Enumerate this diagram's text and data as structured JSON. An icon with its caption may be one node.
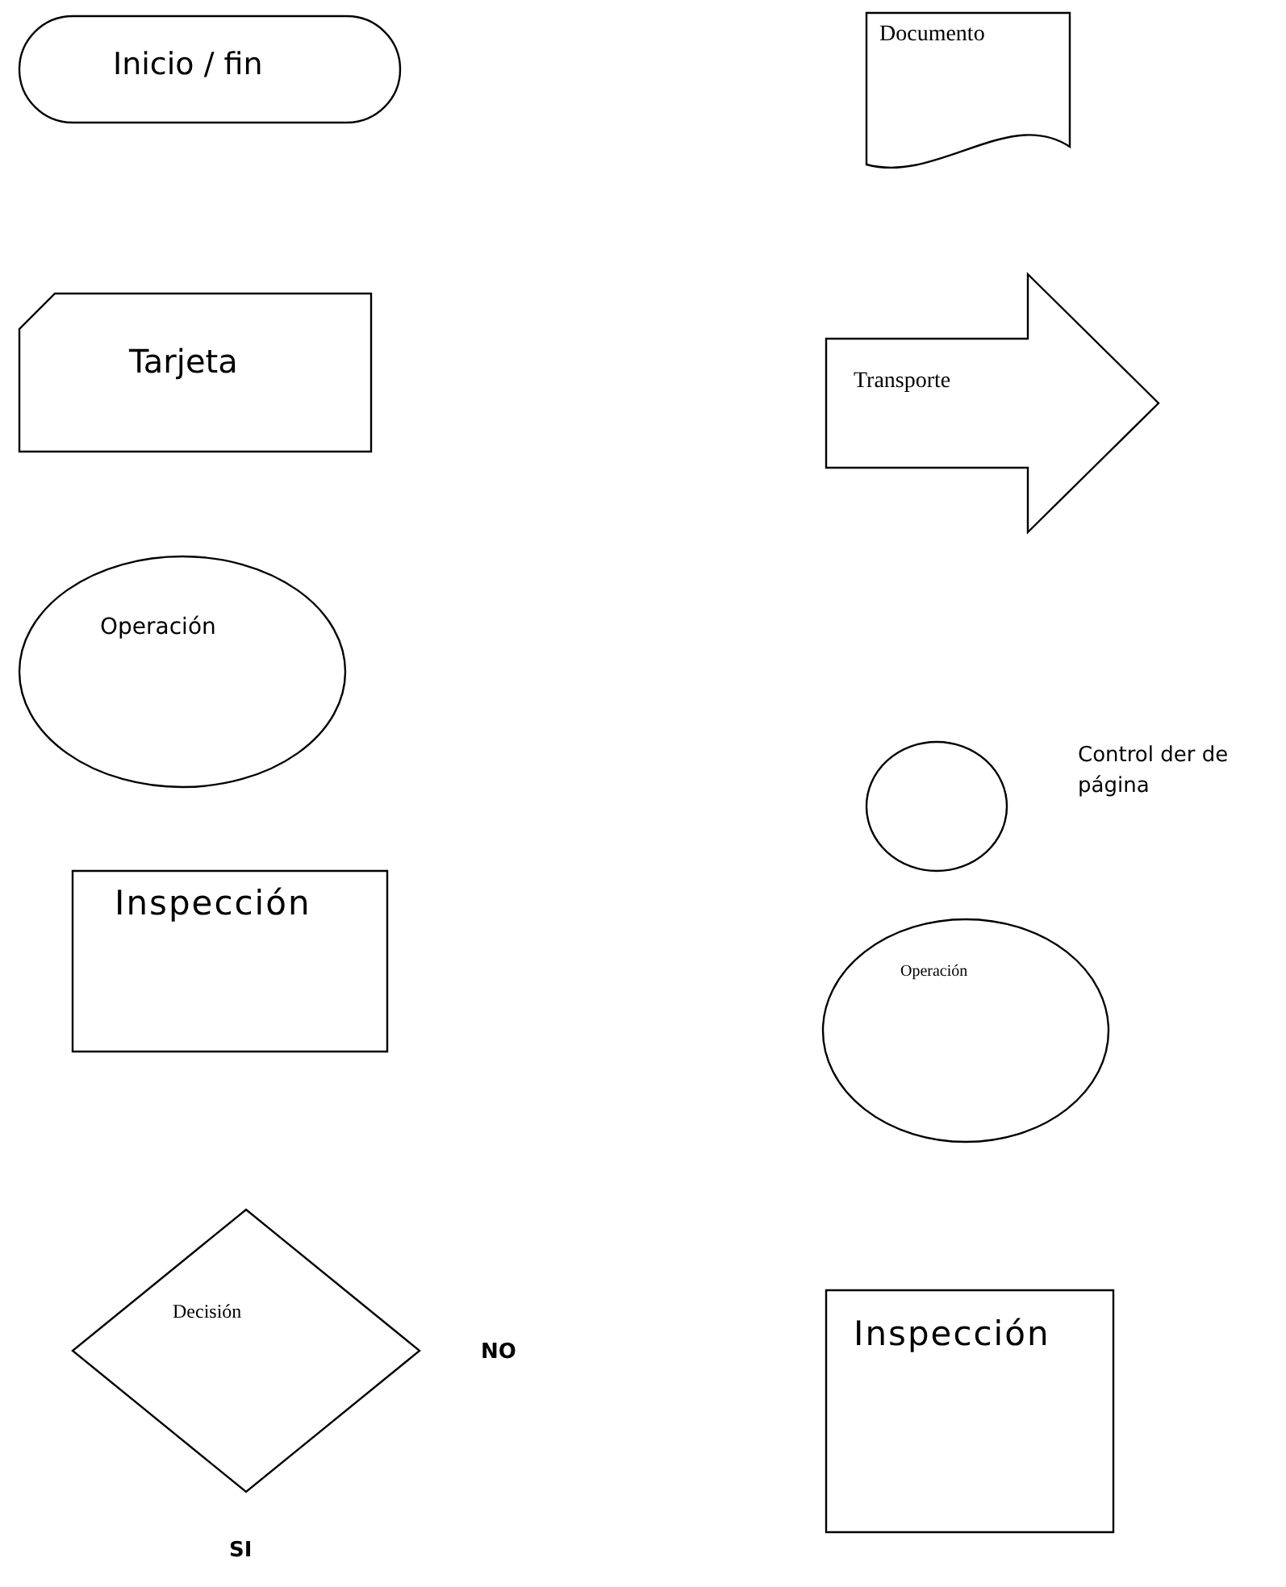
{
  "diagram": {
    "nodes": [
      {
        "text": [
          "Inicio / fin"
        ]
      },
      {
        "text": [
          "Documento"
        ]
      },
      {
        "text": [
          "Tarjeta"
        ]
      },
      {
        "text": [
          "Transporte"
        ]
      },
      {
        "text": [
          "Operación"
        ]
      },
      {
        "text": [],
        "shape": "circle",
        "beside": [
          "Control der de página"
        ]
      },
      {
        "text": [
          "Inspección"
        ]
      },
      {
        "text": [
          "Operación"
        ]
      },
      {
        "text": [
          "Decisión"
        ],
        "beside": [
          "NO",
          "SI"
        ]
      },
      {
        "text": [
          "Inspección"
        ]
      }
    ]
  }
}
